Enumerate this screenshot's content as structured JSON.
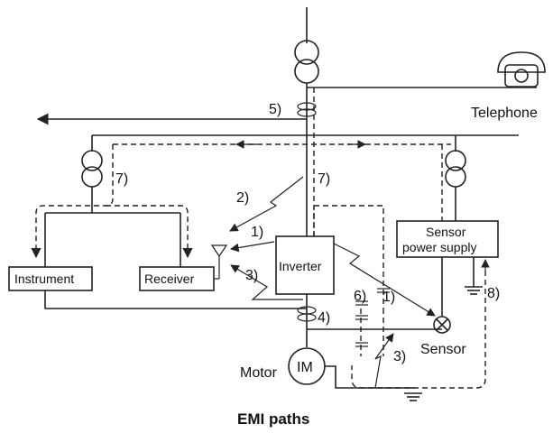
{
  "title": "EMI paths",
  "components": {
    "instrument": "Instrument",
    "receiver": "Receiver",
    "inverter": "Inverter",
    "sensor_power_supply_line1": "Sensor",
    "sensor_power_supply_line2": "power supply",
    "sensor": "Sensor",
    "telephone": "Telephone",
    "motor": "Motor",
    "motor_symbol": "IM"
  },
  "path_labels": {
    "p1_a": "1)",
    "p1_b": "1)",
    "p2": "2)",
    "p3_a": "3)",
    "p3_b": "3)",
    "p4": "4)",
    "p5": "5)",
    "p6": "6)",
    "p7_a": "7)",
    "p7_b": "7)",
    "p8": "8)"
  }
}
